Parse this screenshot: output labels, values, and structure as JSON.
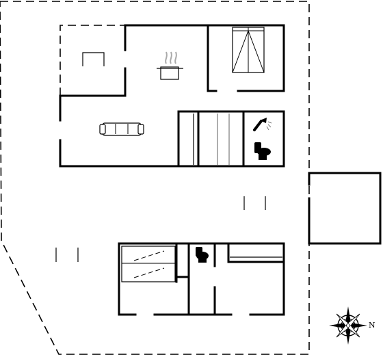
{
  "compass": {
    "north_label": "N"
  },
  "rooms": [
    "kitchen",
    "living-room",
    "bedroom",
    "bathroom",
    "guest-bedroom",
    "guest-toilet",
    "annex"
  ],
  "icons": [
    "cooking-pot-icon",
    "sofa-icon",
    "bed-icon",
    "shower-icon",
    "toilet-icon",
    "compass-rose-icon"
  ]
}
